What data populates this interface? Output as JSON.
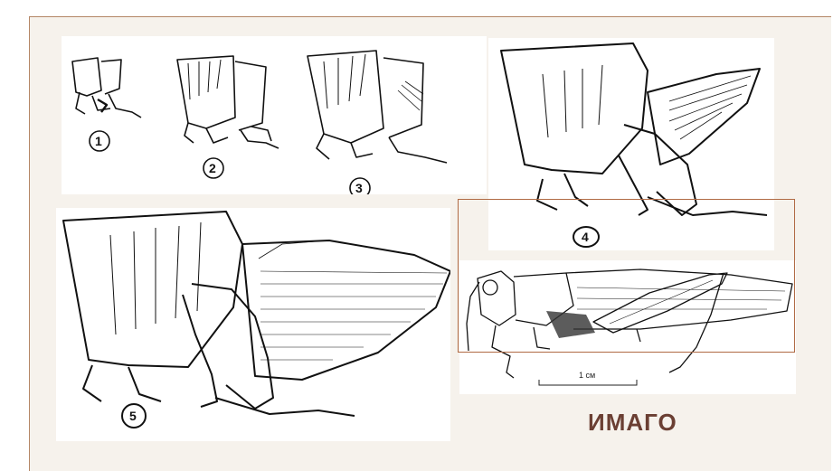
{
  "figure": {
    "stage_labels": [
      "1",
      "2",
      "3",
      "4",
      "5"
    ],
    "scale_bar_label": "1 см",
    "caption": "ИМАГО"
  },
  "colors": {
    "background": "#f6f2ec",
    "frame_border": "#b48666",
    "highlight_box": "#b06a44",
    "caption_text": "#6b3f33",
    "line_art": "#111111"
  }
}
